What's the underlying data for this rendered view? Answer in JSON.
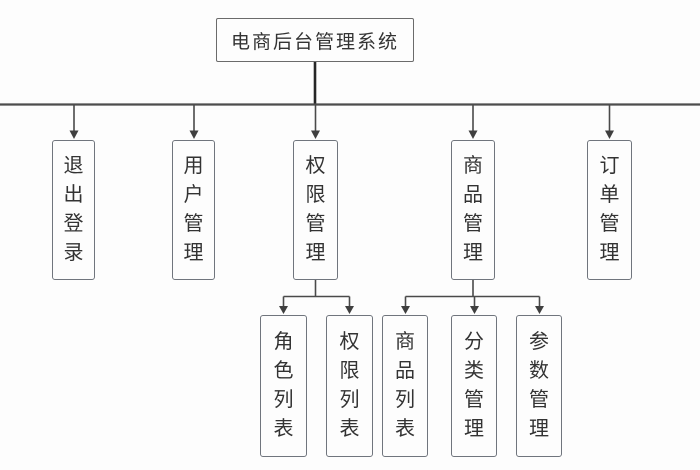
{
  "diagram": {
    "root": {
      "label": "电商后台管理系统"
    },
    "branches": [
      {
        "label": "退出登录",
        "children": []
      },
      {
        "label": "用户管理",
        "children": []
      },
      {
        "label": "权限管理",
        "children": [
          {
            "label": "角色列表"
          },
          {
            "label": "权限列表"
          }
        ]
      },
      {
        "label": "商品管理",
        "children": [
          {
            "label": "商品列表"
          },
          {
            "label": "分类管理"
          },
          {
            "label": "参数管理"
          }
        ]
      },
      {
        "label": "订单管理",
        "children": []
      }
    ]
  },
  "colors": {
    "connector_line": "#4a4a4a",
    "root_stem_line": "#262626",
    "box_border": "#70757d",
    "text": "#333333",
    "background": "#fdfdfd"
  }
}
